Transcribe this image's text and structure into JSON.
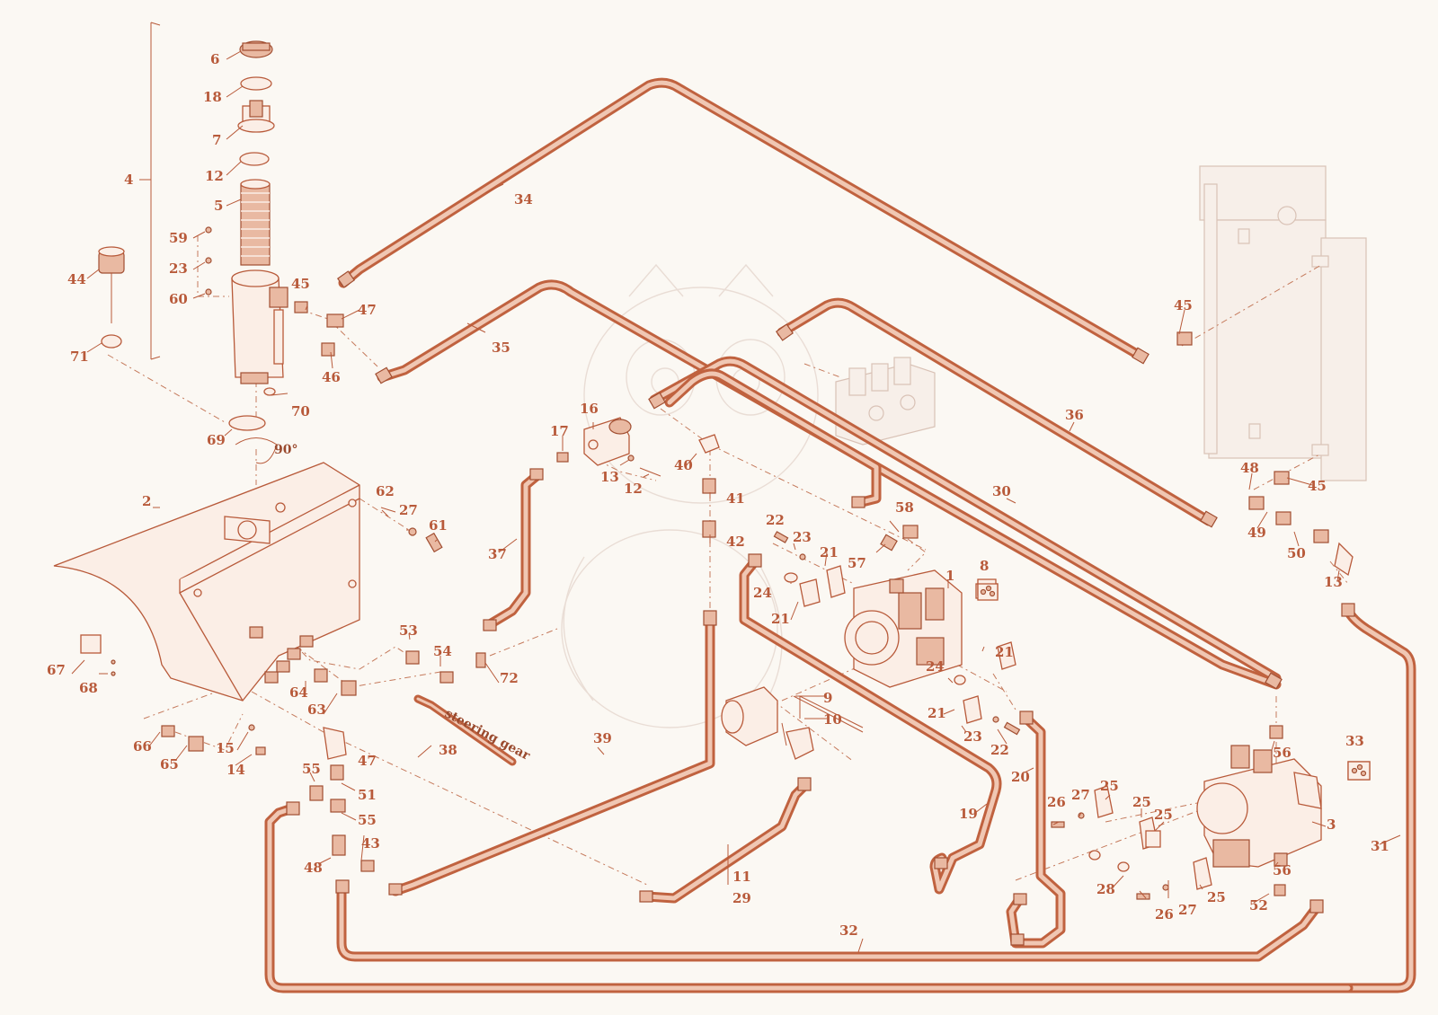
{
  "diagram": {
    "callouts": [
      "6",
      "18",
      "7",
      "12",
      "5",
      "4",
      "59",
      "23",
      "60",
      "44",
      "71",
      "45",
      "47",
      "46",
      "70",
      "69",
      "34",
      "35",
      "16",
      "17",
      "13",
      "12",
      "40",
      "41",
      "42",
      "37",
      "2",
      "62",
      "27",
      "61",
      "22",
      "23",
      "21",
      "57",
      "58",
      "8",
      "24",
      "21",
      "1",
      "53",
      "54",
      "72",
      "67",
      "68",
      "64",
      "63",
      "66",
      "65",
      "15",
      "14",
      "55",
      "51",
      "47",
      "55",
      "48",
      "43",
      "38",
      "39",
      "9",
      "10",
      "21",
      "24",
      "21",
      "23",
      "22",
      "20",
      "19",
      "11",
      "29",
      "26",
      "27",
      "25",
      "25",
      "25",
      "28",
      "26",
      "27",
      "25",
      "3",
      "56",
      "56",
      "52",
      "33",
      "31",
      "32",
      "30",
      "36",
      "45",
      "48",
      "49",
      "45",
      "50",
      "13"
    ],
    "annotations": {
      "angle": "90°",
      "steering_gear": "steering gear"
    }
  }
}
